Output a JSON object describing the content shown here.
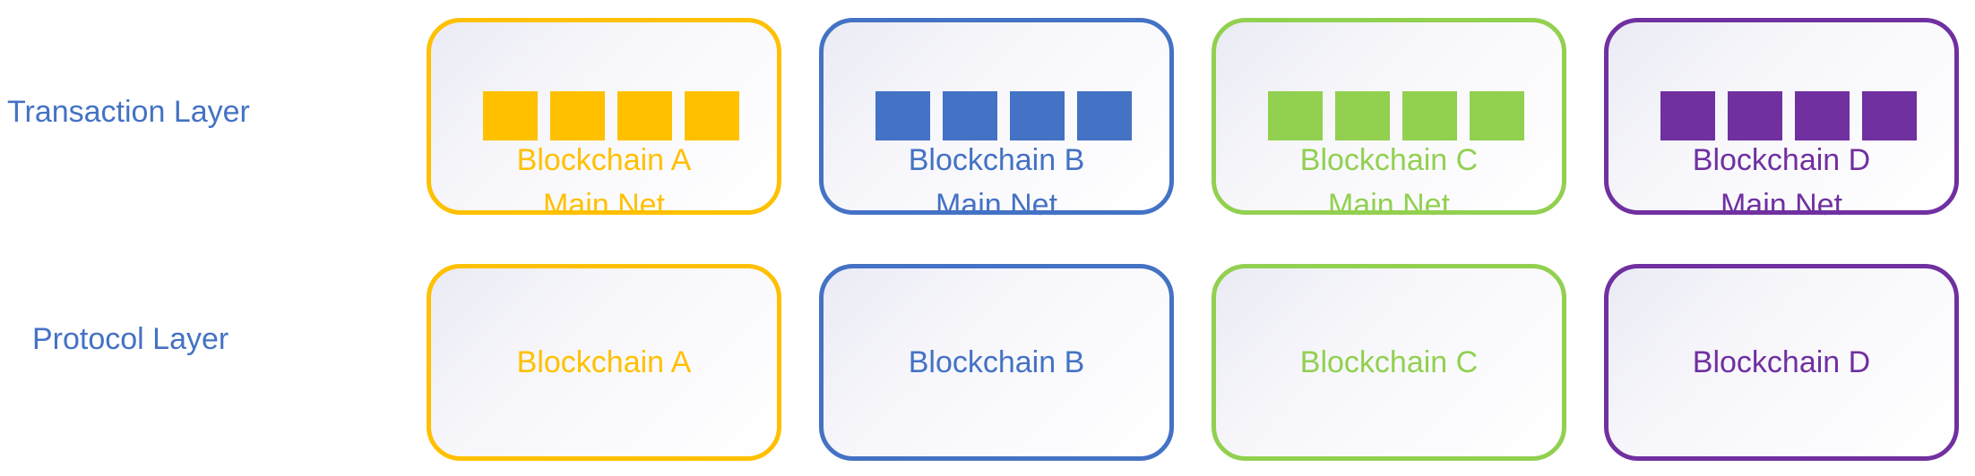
{
  "layers": {
    "transaction_label": "Transaction Layer",
    "protocol_label": "Protocol Layer"
  },
  "chains": [
    {
      "name": "Blockchain A",
      "net": "Main Net",
      "color": "#ffc000"
    },
    {
      "name": "Blockchain B",
      "net": "Main Net",
      "color": "#4472c4"
    },
    {
      "name": "Blockchain C",
      "net": "Main Net",
      "color": "#92d050"
    },
    {
      "name": "Blockchain D",
      "net": "Main Net",
      "color": "#7030a0"
    }
  ]
}
